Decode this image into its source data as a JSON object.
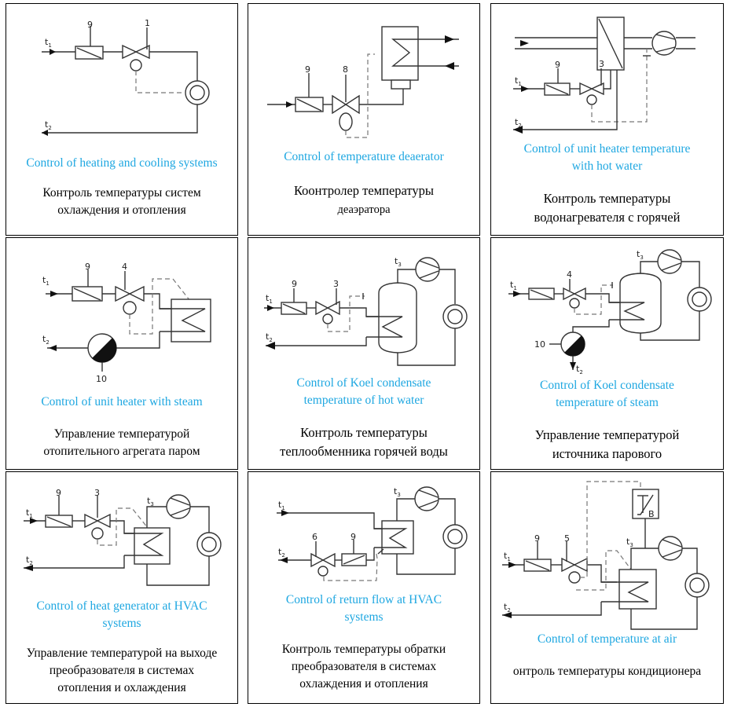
{
  "panels": [
    {
      "id": "heating-cooling",
      "title_en": "Control of heating and cooling systems",
      "title_ru": [
        "Контроль температуры систем",
        "охлаждения и отопления"
      ],
      "labels": {
        "t1": "t",
        "t1_sub": "1",
        "t2": "t",
        "t2_sub": "2",
        "filter": "9",
        "valve": "1"
      }
    },
    {
      "id": "deaerator",
      "title_en": "Control of temperature deaerator",
      "title_ru": [
        "Коонтролер температуры",
        "деаэратора"
      ],
      "labels": {
        "filter": "9",
        "valve": "8"
      }
    },
    {
      "id": "unit-heater-hot-water",
      "title_en": [
        "Control of unit heater temperature",
        "with hot water"
      ],
      "title_ru": [
        "Контроль температуры",
        "водонагревателя с горячей"
      ],
      "labels": {
        "t1": "t",
        "t1_sub": "1",
        "t2": "t",
        "t2_sub": "2",
        "filter": "9",
        "valve": "3"
      }
    },
    {
      "id": "unit-heater-steam",
      "title_en": "Control of unit heater with steam",
      "title_ru": [
        "Управление температурой",
        "отопительного агрегата паром"
      ],
      "labels": {
        "t1": "t",
        "t1_sub": "1",
        "t2": "t",
        "t2_sub": "2",
        "filter": "9",
        "valve": "4",
        "trap": "10"
      }
    },
    {
      "id": "koel-hot-water",
      "title_en": [
        "Control of Koel condensate",
        "temperature of hot water"
      ],
      "title_ru": [
        "Контроль температуры",
        "теплообменника горячей воды"
      ],
      "labels": {
        "t1": "t",
        "t1_sub": "1",
        "t2": "t",
        "t2_sub": "2",
        "t3": "t",
        "t3_sub": "3",
        "filter": "9",
        "valve": "3"
      }
    },
    {
      "id": "koel-steam",
      "title_en": [
        "Control of Koel condensate",
        "temperature of steam"
      ],
      "title_ru": [
        "Управление температурой",
        "источника парового"
      ],
      "labels": {
        "t1": "t",
        "t1_sub": "1",
        "t2": "t",
        "t2_sub": "2",
        "t3": "t",
        "t3_sub": "3",
        "valve": "4",
        "trap": "10"
      }
    },
    {
      "id": "heat-generator-hvac",
      "title_en": [
        "Control of heat generator at HVAC",
        "systems"
      ],
      "title_ru": [
        "Управление температурой на выходе",
        "преобразователя в системах",
        "отопления и охлаждения"
      ],
      "labels": {
        "t1": "t",
        "t1_sub": "1",
        "t2": "t",
        "t2_sub": "2",
        "t3": "t",
        "t3_sub": "3",
        "filter": "9",
        "valve": "3"
      }
    },
    {
      "id": "return-flow-hvac",
      "title_en": [
        "Control of return flow at HVAC",
        "systems"
      ],
      "title_ru": [
        "Контроль температуры обратки",
        "преобразователя в системах",
        "охлаждения и отопления"
      ],
      "labels": {
        "t1": "t",
        "t1_sub": "1",
        "t2": "t",
        "t2_sub": "2",
        "t3": "t",
        "t3_sub": "3",
        "filter": "9",
        "valve": "6"
      }
    },
    {
      "id": "air-temperature",
      "title_en": "Control of temperature at air",
      "title_ru": [
        "онтроль температуры кондиционера"
      ],
      "labels": {
        "t1": "t",
        "t1_sub": "1",
        "t2": "t",
        "t2_sub": "2",
        "t3": "t",
        "t3_sub": "3",
        "filter": "9",
        "valve": "5",
        "controller": "B"
      }
    }
  ],
  "colors": {
    "caption_en": "#1ea7e1",
    "caption_ru": "#000000",
    "border": "#000000"
  }
}
